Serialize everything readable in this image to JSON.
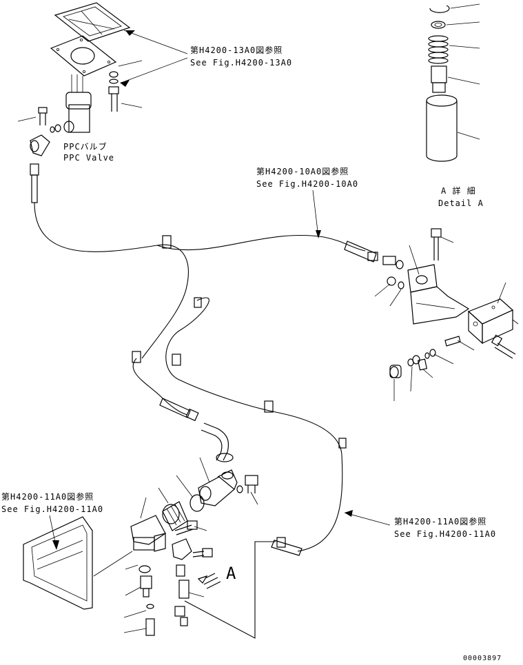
{
  "references": {
    "fig13_jp": "第H4200-13A0図参照",
    "fig13_en": "See Fig.H4200-13A0",
    "fig10_jp": "第H4200-10A0図参照",
    "fig10_en": "See Fig.H4200-10A0",
    "fig11_left_jp": "第H4200-11A0図参照",
    "fig11_left_en": "See Fig.H4200-11A0",
    "fig11_right_jp": "第H4200-11A0図参照",
    "fig11_right_en": "See Fig.H4200-11A0"
  },
  "ppc_valve": {
    "jp": "PPCバルブ",
    "en": "PPC Valve"
  },
  "detail_a": {
    "jp": "A 詳 細",
    "en": "Detail A"
  },
  "view_marker": "A",
  "drawing_number": "00003897"
}
